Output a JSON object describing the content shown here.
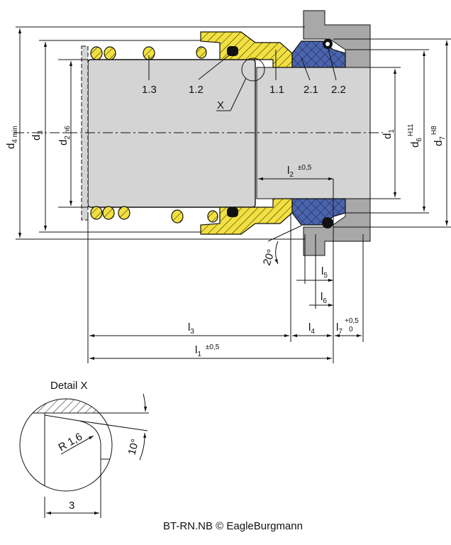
{
  "drawing": {
    "part_labels": [
      "1.3",
      "1.2",
      "X",
      "1.1",
      "2.1",
      "2.2"
    ],
    "diameters": {
      "d4": {
        "base": "d",
        "sub": "4 min"
      },
      "d3": {
        "base": "d",
        "sub": "3"
      },
      "d2": {
        "base": "d",
        "sub": "2 h6"
      },
      "d1": {
        "base": "d",
        "sub": "1"
      },
      "d6": {
        "base": "d",
        "sub": "6",
        "sup": "H11"
      },
      "d7": {
        "base": "d",
        "sub": "7",
        "sup": "H8"
      }
    },
    "lengths": {
      "l1": {
        "base": "l",
        "sub": "1",
        "tol": "±0,5"
      },
      "l2": {
        "base": "l",
        "sub": "2",
        "tol": "±0,5"
      },
      "l3": {
        "base": "l",
        "sub": "3"
      },
      "l4": {
        "base": "l",
        "sub": "4"
      },
      "l5": {
        "base": "l",
        "sub": "5"
      },
      "l6": {
        "base": "l",
        "sub": "6"
      },
      "l7": {
        "base": "l",
        "sub": "7",
        "tol_upper": "+0,5",
        "tol_lower": "0"
      }
    },
    "angle": "20°"
  },
  "detail": {
    "title": "Detail X",
    "radius": "R 1,6",
    "angle": "10°",
    "width": "3"
  },
  "footer": "BT-RN.NB © EagleBurgmann",
  "colors": {
    "yellow": "#f2e040",
    "blue": "#4a64b0",
    "gray": "#d4d4d4",
    "housing": "#a8a8a8"
  }
}
